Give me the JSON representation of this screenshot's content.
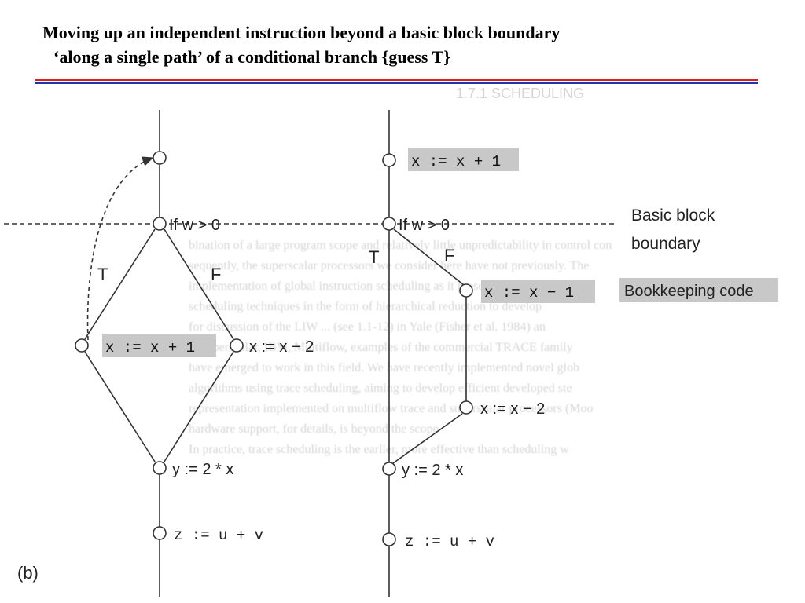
{
  "title": {
    "line1": "Moving up an independent instruction beyond a basic block boundary",
    "line2": "‘along a single path’ of a conditional branch {guess T}"
  },
  "colors": {
    "title_rule_red": "#d61f1f",
    "title_rule_blue": "#2233a8",
    "highlight": "#c8c8c8"
  },
  "left_graph": {
    "branch": "If w > 0",
    "true_label": "T",
    "false_label": "F",
    "moved_instr": "x := x + 1",
    "false_instr": "x := x − 2",
    "join_instr": "y := 2 * x",
    "last_instr": "z := u + v"
  },
  "right_graph": {
    "hoisted_instr": "x := x + 1",
    "branch": "If w > 0",
    "true_label": "T",
    "false_label": "F",
    "bookkeeping_instr": "x := x − 1",
    "false_instr": "x := x − 2",
    "join_instr": "y := 2 * x",
    "last_instr": "z := u + v"
  },
  "legend": {
    "boundary_line1": "Basic block",
    "boundary_line2": "boundary",
    "bookkeeping": "Bookkeeping code"
  },
  "figure_label": "(b)",
  "background_text": [
    "1.7.1  SCHEDULING",
    "bination of a large program scope and relatively little unpredictability in control con",
    "sequently, the superscalar processors we consider here have not previously. The",
    "implementation of global instruction scheduling as it presents certain trade",
    "scheduling techniques in the form of hierarchical reduction to develop",
    "for discussion of the LIW  ...  (see 1.1-12) in Yale (Fisher et al. 1984) an",
    "to superscalar, IBM, Multiflow, examples of the commercial TRACE family",
    "have emerged to work in this field. We have recently implemented novel glob",
    "algorithms using trace scheduling, aiming to develop efficient developed ste",
    "representation implemented on multiflow trace and superscalar processors (Moo",
    "hardware support, for details, is beyond the scope",
    "In practice, trace scheduling is the earlier, more effective than scheduling w"
  ]
}
